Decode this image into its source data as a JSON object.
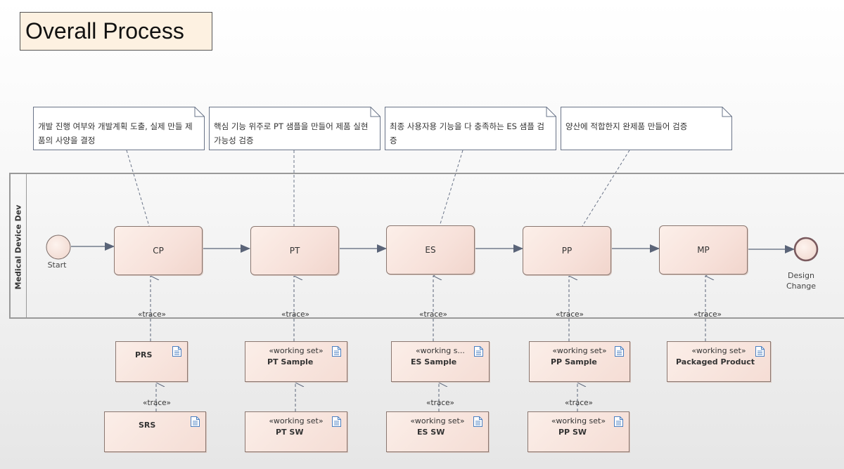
{
  "title": "Overall Process",
  "pool_label": "Medical Device Dev",
  "start_label": "Start",
  "end_label_line1": "Design",
  "end_label_line2": "Change",
  "trace_label": "«trace»",
  "stereotype": "«working set»",
  "stereotype_truncated": "«working s...",
  "notes": [
    "개발 진행 여부와 개발계획 도출, 실제 만들 제품의 사양을 결정",
    "핵심 기능 위주로 PT 샘플을 만들어  제품 실현 가능성 검증",
    "최종 사용자용 기능을 다 충족하는 ES 샘플 검증",
    "양산에 적합한지 완제품 만들어 검증"
  ],
  "activities": [
    "CP",
    "PT",
    "ES",
    "PP",
    "MP"
  ],
  "artifacts_row1": [
    "PRS",
    "PT Sample",
    "ES Sample",
    "PP Sample",
    "Packaged Product"
  ],
  "artifacts_row2": [
    "SRS",
    "PT SW",
    "ES SW",
    "PP SW"
  ],
  "colors": {
    "activity_fill": "#f7e1da",
    "note_fill": "#ffffff",
    "title_fill": "#fdf1e1",
    "arrow": "#5a6478",
    "doc_icon": "#4a7fc1"
  },
  "icons": {
    "artifact": "document-icon"
  }
}
